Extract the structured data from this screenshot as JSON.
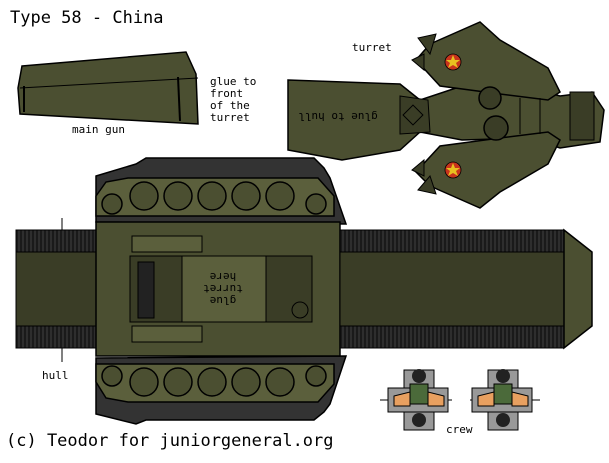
{
  "sheet": {
    "title": "Type 58 - China",
    "credit": "(c) Teodor for juniorgeneral.org"
  },
  "labels": {
    "turret": "turret",
    "main_gun": "main gun",
    "glue_front": "glue to\nfront\nof the\nturret",
    "glue_to_hull": "glue to hull",
    "glue_turret_here": "glue\nturret\nhere",
    "hull": "hull",
    "crew": "crew"
  },
  "colors": {
    "olive": "#4b4f31",
    "olive_dark": "#3a3d26",
    "olive_light": "#5b5f3c",
    "track": "#2b2b2b",
    "star_red": "#c8341c",
    "star_gold": "#e8c020",
    "crew_face": "#e8a060"
  },
  "icons": {
    "star": "red-star-icon",
    "crew": "crew-figure-icon"
  }
}
